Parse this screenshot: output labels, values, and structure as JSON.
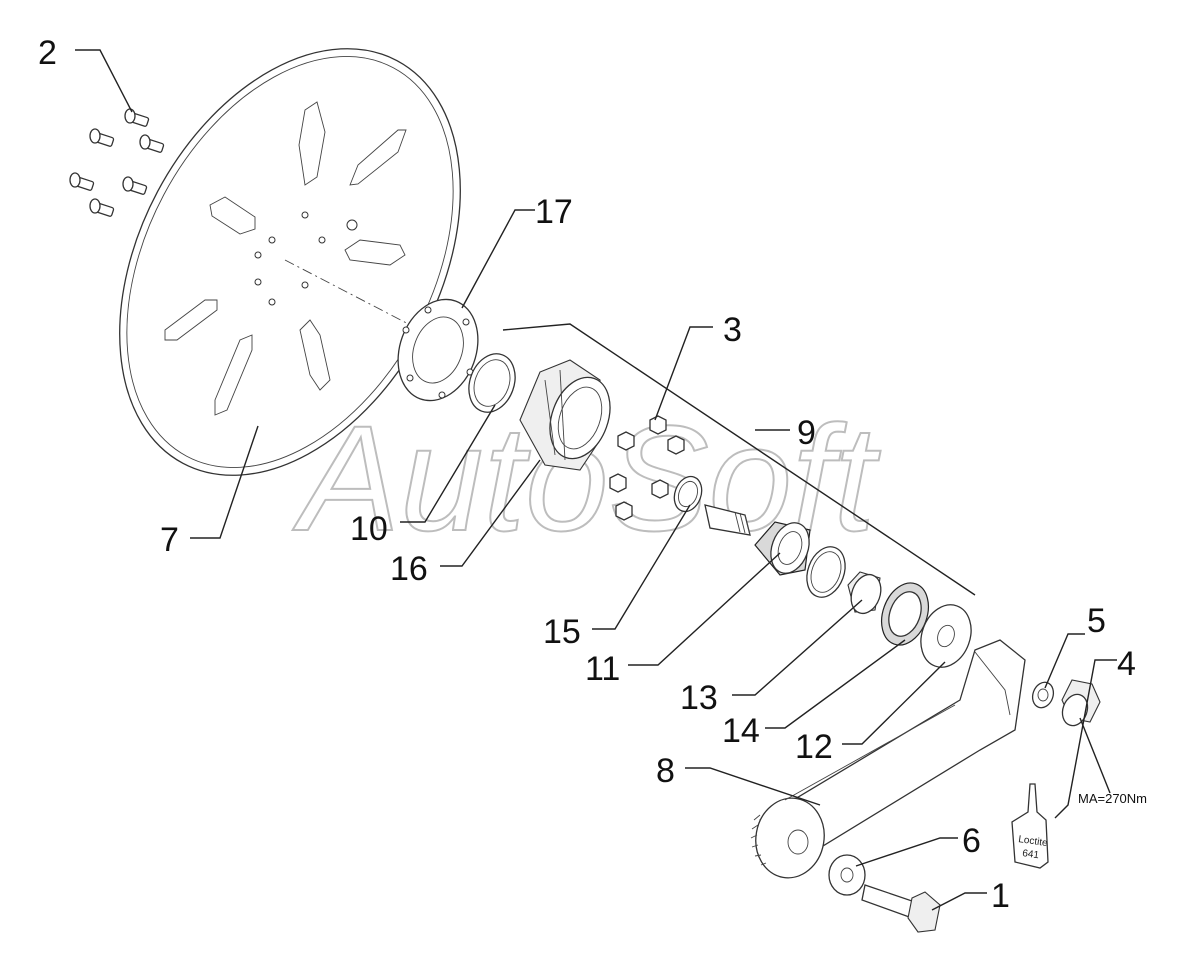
{
  "callouts": [
    {
      "id": "1",
      "label": "1"
    },
    {
      "id": "2",
      "label": "2"
    },
    {
      "id": "3",
      "label": "3"
    },
    {
      "id": "4",
      "label": "4"
    },
    {
      "id": "5",
      "label": "5"
    },
    {
      "id": "6",
      "label": "6"
    },
    {
      "id": "7",
      "label": "7"
    },
    {
      "id": "8",
      "label": "8"
    },
    {
      "id": "9",
      "label": "9"
    },
    {
      "id": "10",
      "label": "10"
    },
    {
      "id": "11",
      "label": "11"
    },
    {
      "id": "12",
      "label": "12"
    },
    {
      "id": "13",
      "label": "13"
    },
    {
      "id": "14",
      "label": "14"
    },
    {
      "id": "15",
      "label": "15"
    },
    {
      "id": "16",
      "label": "16"
    },
    {
      "id": "17",
      "label": "17"
    }
  ],
  "torque_note": "MA=270Nm",
  "bottle_label": {
    "line1": "Loctite",
    "line2": "641"
  },
  "watermark": "AutoSoft"
}
